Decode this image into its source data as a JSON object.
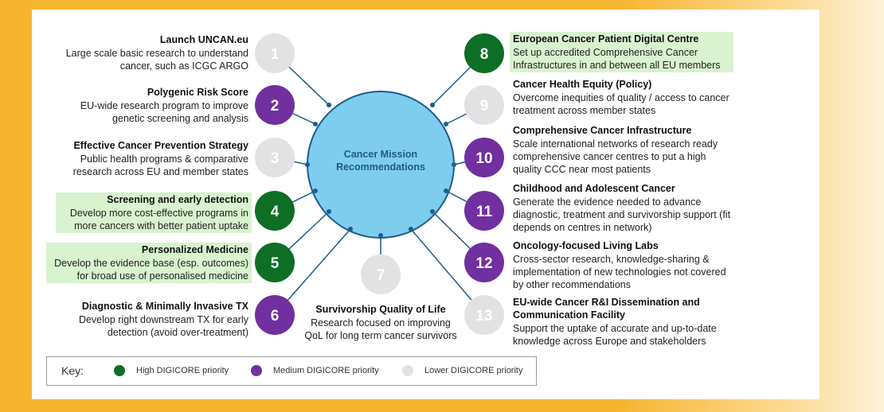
{
  "center": {
    "line1": "Cancer Mission",
    "line2": "Recommendations"
  },
  "colors": {
    "high": "#0e6e25",
    "medium": "#7030a0",
    "lower": "#e2e2e4",
    "center": "#7ecdee",
    "line": "#1d5c8c",
    "highlight": "#d9f2d0"
  },
  "items": [
    {
      "n": "1",
      "priority": "lower",
      "title": "Launch UNCAN.eu",
      "desc": "Large scale basic research to understand cancer, such as ICGC ARGO"
    },
    {
      "n": "2",
      "priority": "medium",
      "title": "Polygenic Risk Score",
      "desc": "EU-wide research program to improve genetic screening and analysis"
    },
    {
      "n": "3",
      "priority": "lower",
      "title": "Effective Cancer Prevention Strategy",
      "desc": "Public health programs & comparative research across EU and member states"
    },
    {
      "n": "4",
      "priority": "high",
      "title": "Screening and early detection",
      "desc": "Develop more cost-effective programs in more cancers with better patient uptake"
    },
    {
      "n": "5",
      "priority": "high",
      "title": "Personalized Medicine",
      "desc": "Develop the evidence base (esp. outcomes) for broad use of personalised medicine"
    },
    {
      "n": "6",
      "priority": "medium",
      "title": "Diagnostic & Minimally Invasive TX",
      "desc": "Develop right downstream TX for early detection (avoid over-treatment)"
    },
    {
      "n": "7",
      "priority": "lower",
      "title": "Survivorship Quality of Life",
      "desc": "Research focused on improving QoL for long term cancer survivors"
    },
    {
      "n": "8",
      "priority": "high",
      "title": "European Cancer Patient Digital Centre",
      "desc": "Set up accredited Comprehensive Cancer Infrastructures in and between all EU members"
    },
    {
      "n": "9",
      "priority": "lower",
      "title": "Cancer Health Equity (Policy)",
      "desc": "Overcome inequities of quality / access to cancer treatment across member states"
    },
    {
      "n": "10",
      "priority": "medium",
      "title": "Comprehensive Cancer Infrastructure",
      "desc": "Scale international networks of research ready comprehensive cancer centres to put a high quality CCC near most patients"
    },
    {
      "n": "11",
      "priority": "medium",
      "title": "Childhood and Adolescent Cancer",
      "desc": "Generate the evidence needed to advance diagnostic, treatment and survivorship support (fit depends on centres in network)"
    },
    {
      "n": "12",
      "priority": "medium",
      "title": "Oncology-focused Living Labs",
      "desc": "Cross-sector research, knowledge-sharing & implementation of new technologies not covered by other recommendations"
    },
    {
      "n": "13",
      "priority": "lower",
      "title": "EU-wide Cancer R&I Dissemination and Communication Facility",
      "desc": "Support the uptake of accurate and up-to-date knowledge across Europe and stakeholders"
    }
  ],
  "key": {
    "title": "Key:",
    "high": "High DIGICORE priority",
    "medium": "Medium DIGICORE priority",
    "lower": "Lower DIGICORE priority"
  }
}
